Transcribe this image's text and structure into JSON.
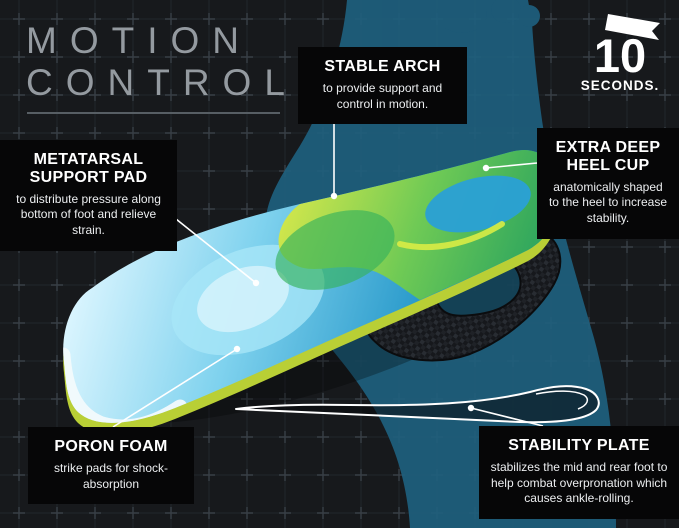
{
  "title": {
    "line1": "MOTION",
    "line2": "CONTROL"
  },
  "logo": {
    "number": "10",
    "word": "SECONDS."
  },
  "callouts": {
    "stable_arch": {
      "heading": "STABLE ARCH",
      "body": "to provide support and control in motion."
    },
    "heel_cup": {
      "heading": "EXTRA DEEP HEEL CUP",
      "body": "anatomically shaped to the heel to increase stability."
    },
    "metatarsal": {
      "heading": "METATARSAL SUPPORT PAD",
      "body": "to distribute pressure along bottom of foot and relieve strain."
    },
    "poron": {
      "heading": "PORON FOAM",
      "body": "strike pads for shock-absorption"
    },
    "stability_plate": {
      "heading": "STABILITY PLATE",
      "body": "stabilizes the mid and rear foot to help combat overpronation which causes ankle-rolling."
    }
  },
  "colors": {
    "background": "#17191c",
    "grid_line": "#23282c",
    "grid_cross": "#3a4148",
    "callout_black": "#060607",
    "title_gray": "#949aa0",
    "foot_blue": "#1e5f7e",
    "insole_blue": "#2aa6d8",
    "insole_light": "#cfeffb",
    "arch_green": "#3fae5c",
    "edge_lime": "#b9cf35",
    "white": "#ffffff"
  }
}
